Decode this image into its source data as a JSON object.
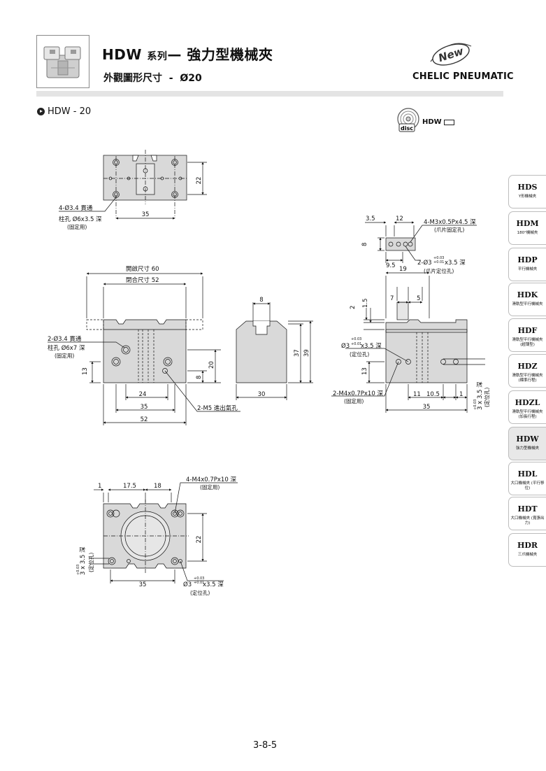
{
  "header": {
    "series_code": "HDW",
    "series_word": "系列",
    "dash": "—",
    "title": "強力型機械夾",
    "subtitle_prefix": "外觀圖形尺寸",
    "subtitle_sep": "-",
    "subtitle_size": "Ø20",
    "new_badge": "New",
    "brand": "CHELIC PNEUMATIC"
  },
  "model_label": "HDW - 20",
  "disc_icon_text": "disc",
  "disc_tag": "HDW",
  "side_tabs": [
    {
      "code": "HDS",
      "desc": "Y形機械夾"
    },
    {
      "code": "HDM",
      "desc": "180°機械夾"
    },
    {
      "code": "HDP",
      "desc": "平行機械夾"
    },
    {
      "code": "HDK",
      "desc": "滑軌型平行機械夾"
    },
    {
      "code": "HDF",
      "desc": "滑軌型平行機械夾 (超薄型)"
    },
    {
      "code": "HDZ",
      "desc": "滑軌型平行機械夾 (標準行程)"
    },
    {
      "code": "HDZL",
      "desc": "滑軌型平行機械夾 (加長行程)"
    },
    {
      "code": "HDW",
      "desc": "強力型機械夾",
      "active": true
    },
    {
      "code": "HDL",
      "desc": "大口機械夾 (平行移位)"
    },
    {
      "code": "HDT",
      "desc": "大口機械夾 (寬張出力)"
    },
    {
      "code": "HDR",
      "desc": "三爪機械夾"
    }
  ],
  "drawings": {
    "top_view": {
      "dim_22": "22",
      "dim_35": "35",
      "hole_note_1": "4-Ø3.4 貫通",
      "hole_note_2": "柱孔 Ø6x3.5 深",
      "hole_note_3": "(固定用)"
    },
    "jaw_detail": {
      "dim_3_5": "3.5",
      "dim_12": "12",
      "dim_8": "8",
      "dim_9_5": "9.5",
      "note_thread": "4-M3x0.5Px4.5 深",
      "note_thread_sub": "(爪片固定孔)",
      "note_pin_prefix": "2-Ø3",
      "tol_plus": "+0.03",
      "tol_minus": "+0.01",
      "note_pin_suffix": "x3.5 深",
      "note_pin_sub": "(爪片定位孔)"
    },
    "front_view": {
      "open_size": "開啟尺寸 60",
      "closed_size": "閉合尺寸 52",
      "note_1": "2-Ø3.4 貫通",
      "note_2": "柱孔 Ø6x7 深",
      "note_3": "(固定用)",
      "dim_13": "13",
      "dim_20": "20",
      "dim_8": "8",
      "dim_24": "24",
      "dim_35": "35",
      "dim_52": "52",
      "exhaust": "2-M5 進出氣孔"
    },
    "side_view": {
      "dim_8": "8",
      "dim_37": "37",
      "dim_39": "39",
      "dim_30": "30"
    },
    "right_view": {
      "dim_19": "19",
      "dim_7": "7",
      "dim_5": "5",
      "dim_2": "2",
      "dim_1_5": "1.5",
      "pin_prefix": "Ø3",
      "tol_plus": "+0.03",
      "tol_minus": "+0.01",
      "pin_suffix": "x3.5 深",
      "pin_sub": "(定位孔)",
      "dim_13": "13",
      "note_thread": "2-M4x0.7Px10 深",
      "note_thread_sub": "(固定用)",
      "dim_11": "11",
      "dim_10_5": "10.5",
      "dim_1": "1",
      "dim_35": "35",
      "vert_pin": "3",
      "vert_pin_suffix": "x 3.5 深",
      "vert_pin_sub": "(定位孔)"
    },
    "bottom_view": {
      "dim_1": "1",
      "dim_17_5": "17.5",
      "dim_18": "18",
      "note_thread": "4-M4x0.7Px10 深",
      "note_thread_sub": "(固定用)",
      "dim_22": "22",
      "dim_35": "35",
      "pin_prefix": "Ø3",
      "tol_plus": "+0.03",
      "tol_minus": "+0.01",
      "pin_suffix": "x3.5 深",
      "pin_sub": "(定位孔)",
      "vert_pin": "3",
      "vert_pin_suffix": "x 3.5 深",
      "vert_pin_sub": "(定位孔)"
    }
  },
  "page_number": "3-8-5"
}
